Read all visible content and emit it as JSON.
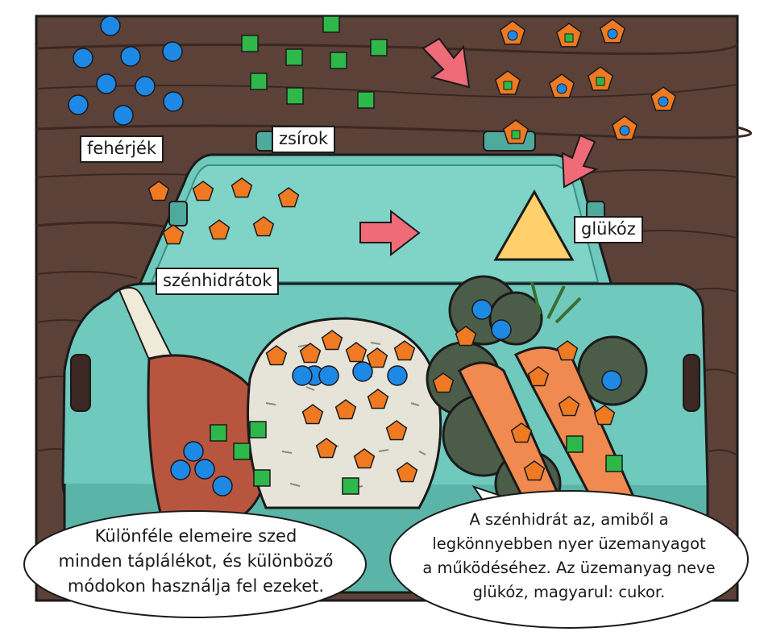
{
  "labels": {
    "proteins": "fehérjék",
    "fats": "zsírok",
    "carbs": "szénhidrátok",
    "glucose": "glükóz"
  },
  "bubble_left": {
    "lines": [
      "Különféle elemeire szed",
      "minden táplálékot, és különböző",
      "módokon használja fel ezeket."
    ]
  },
  "bubble_right": {
    "lines": [
      "A szénhidrát az, amiből a",
      "legkönnyebben nyer üzemanyagot",
      "a működéséhez. Az üzemanyag neve",
      "glükóz, magyarul: cukor."
    ]
  },
  "colors": {
    "wood": "#5b4138",
    "wood_grain": "#3b2822",
    "box": "#6fc9bd",
    "box_dark": "#4fa99d",
    "protein_blue": "#1e88e5",
    "fat_green": "#2fb84a",
    "carb_orange": "#f07a22",
    "glucose_yellow": "#ffd06b",
    "arrow_pink": "#ef6b78",
    "meat": "#b8553f",
    "bone": "#f0ead8",
    "broccoli": "#4b5d49",
    "carrot": "#f08a50",
    "rice": "#e6e4d8"
  }
}
